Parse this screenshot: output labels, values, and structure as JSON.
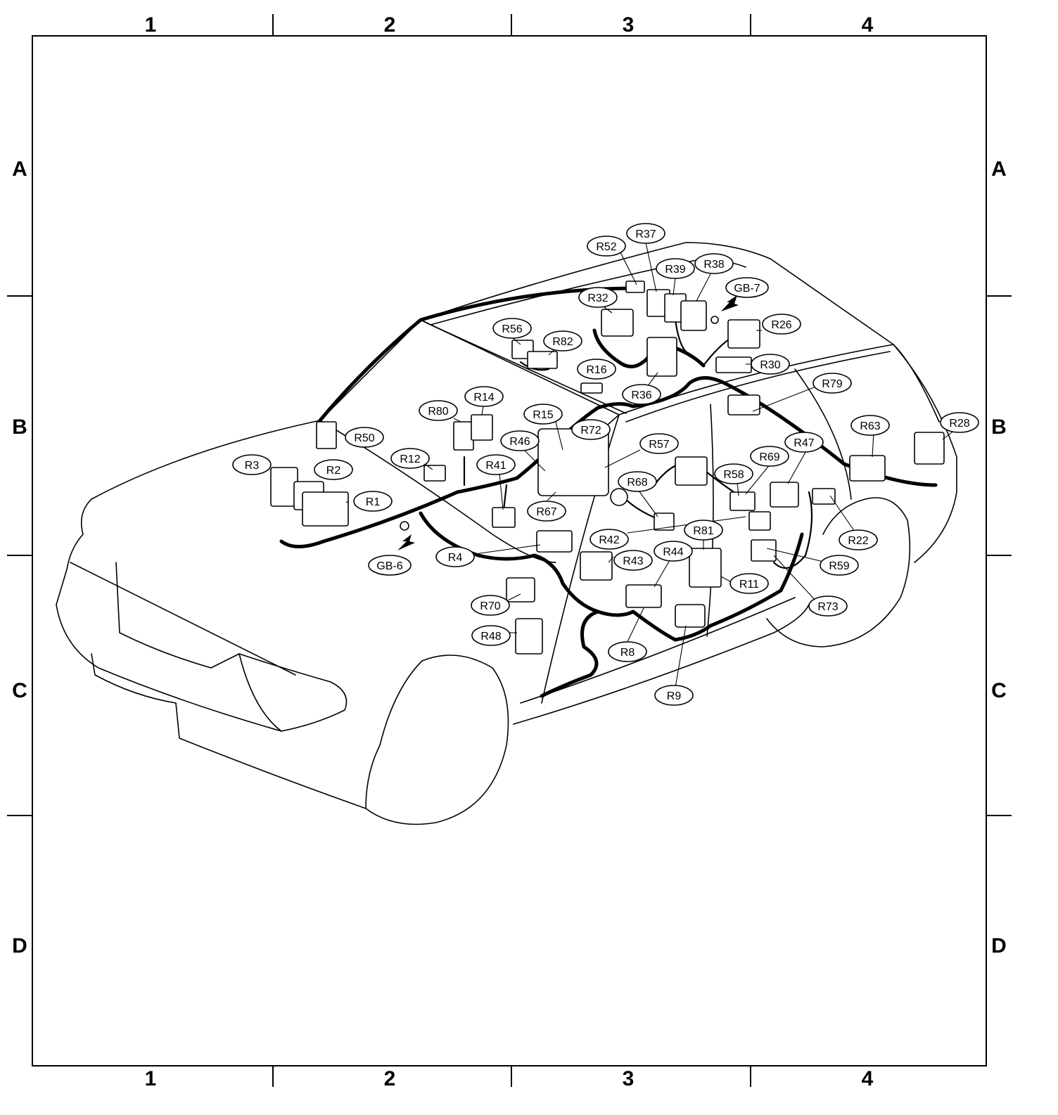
{
  "grid": {
    "columns": [
      "1",
      "2",
      "3",
      "4"
    ],
    "rows": [
      "A",
      "B",
      "C",
      "D"
    ]
  },
  "callouts": [
    {
      "id": "R52",
      "label": "R52"
    },
    {
      "id": "R37",
      "label": "R37"
    },
    {
      "id": "R39",
      "label": "R39"
    },
    {
      "id": "R38",
      "label": "R38"
    },
    {
      "id": "GB-7",
      "label": "GB-7"
    },
    {
      "id": "R32",
      "label": "R32"
    },
    {
      "id": "R26",
      "label": "R26"
    },
    {
      "id": "R56",
      "label": "R56"
    },
    {
      "id": "R82",
      "label": "R82"
    },
    {
      "id": "R30",
      "label": "R30"
    },
    {
      "id": "R16",
      "label": "R16"
    },
    {
      "id": "R36",
      "label": "R36"
    },
    {
      "id": "R79",
      "label": "R79"
    },
    {
      "id": "R14",
      "label": "R14"
    },
    {
      "id": "R80",
      "label": "R80"
    },
    {
      "id": "R15",
      "label": "R15"
    },
    {
      "id": "R72",
      "label": "R72"
    },
    {
      "id": "R50",
      "label": "R50"
    },
    {
      "id": "R46",
      "label": "R46"
    },
    {
      "id": "R57",
      "label": "R57"
    },
    {
      "id": "R63",
      "label": "R63"
    },
    {
      "id": "R28",
      "label": "R28"
    },
    {
      "id": "R3",
      "label": "R3"
    },
    {
      "id": "R12",
      "label": "R12"
    },
    {
      "id": "R47",
      "label": "R47"
    },
    {
      "id": "R2",
      "label": "R2"
    },
    {
      "id": "R69",
      "label": "R69"
    },
    {
      "id": "R41",
      "label": "R41"
    },
    {
      "id": "R58",
      "label": "R58"
    },
    {
      "id": "R68",
      "label": "R68"
    },
    {
      "id": "R1",
      "label": "R1"
    },
    {
      "id": "R67",
      "label": "R67"
    },
    {
      "id": "R81",
      "label": "R81"
    },
    {
      "id": "R22",
      "label": "R22"
    },
    {
      "id": "R42",
      "label": "R42"
    },
    {
      "id": "R44",
      "label": "R44"
    },
    {
      "id": "R4",
      "label": "R4"
    },
    {
      "id": "R43",
      "label": "R43"
    },
    {
      "id": "R59",
      "label": "R59"
    },
    {
      "id": "GB-6",
      "label": "GB-6"
    },
    {
      "id": "R11",
      "label": "R11"
    },
    {
      "id": "R70",
      "label": "R70"
    },
    {
      "id": "R73",
      "label": "R73"
    },
    {
      "id": "R48",
      "label": "R48"
    },
    {
      "id": "R8",
      "label": "R8"
    },
    {
      "id": "R9",
      "label": "R9"
    }
  ]
}
